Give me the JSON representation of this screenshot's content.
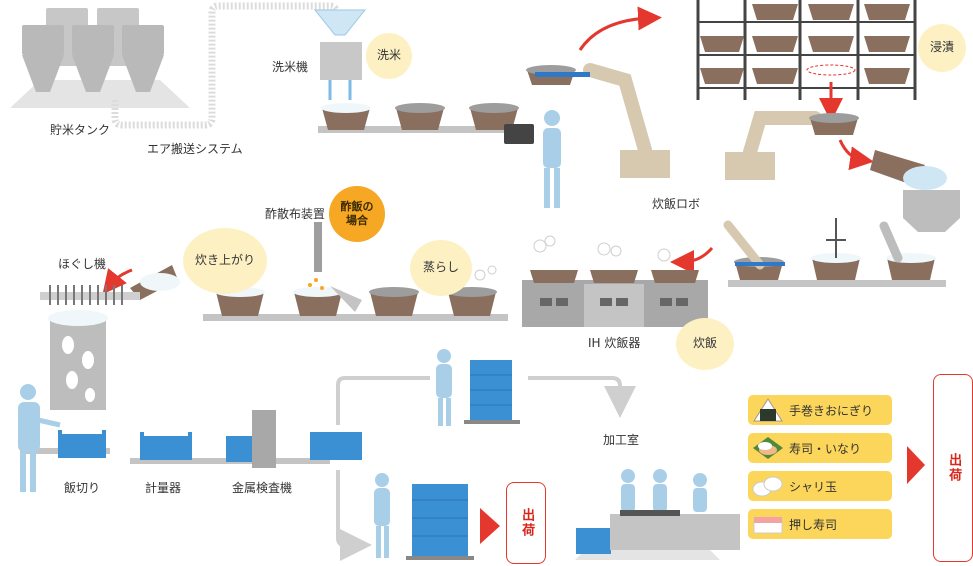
{
  "labels": {
    "storage_tank": "貯米タンク",
    "air_transport": "エア搬送システム",
    "rice_washer": "洗米機",
    "vinegar_dispenser": "酢散布装置",
    "rice_robot": "炊飯ロボ",
    "loosener": "ほぐし機",
    "ih_cooker": "IH 炊飯器",
    "cutting": "飯切り",
    "weighing": "計量器",
    "metal_detector": "金属検査機",
    "processing_room": "加工室"
  },
  "bubbles": {
    "washing": "洗米",
    "soaking": "浸漬",
    "cooked": "炊き上がり",
    "vinegar_case": "酢飯の 場合",
    "steaming": "蒸らし",
    "cooking": "炊飯"
  },
  "shipping": {
    "left": "出荷",
    "right": "出荷"
  },
  "products": [
    {
      "label": "手巻きおにぎり",
      "icon": "onigiri-icon"
    },
    {
      "label": "寿司・いなり",
      "icon": "sushi-inari-icon"
    },
    {
      "label": "シャリ玉",
      "icon": "shari-ball-icon"
    },
    {
      "label": "押し寿司",
      "icon": "pressed-sushi-icon"
    }
  ],
  "colors": {
    "pot": "#8a6e5e",
    "machine_gray": "#a8a8a8",
    "container_blue": "#3b8fd3",
    "arrow_red": "#e4382e",
    "bubble_yellow": "#fdf1c4",
    "bubble_orange": "#f6a723",
    "product_yellow": "#fbd65a",
    "robot_beige": "#d6c9b0",
    "worker_blue": "#a9cfe8"
  }
}
